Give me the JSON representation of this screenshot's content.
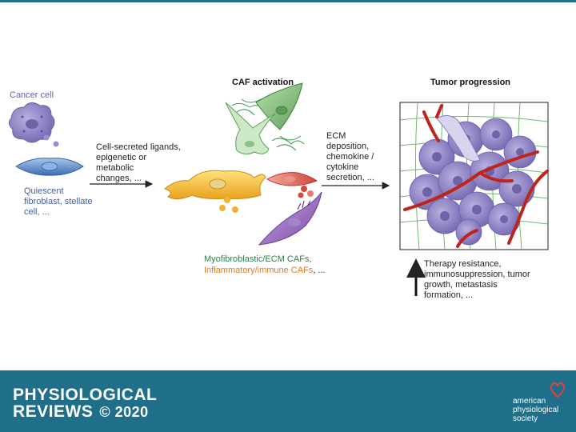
{
  "labels": {
    "cancer_cell": "Cancer cell",
    "quiescent": [
      "Quiescent",
      "fibroblast, stellate",
      "cell, ..."
    ],
    "ligands": [
      "Cell-secreted ligands,",
      "epigenetic or",
      "metabolic",
      "changes, ..."
    ],
    "caf_activation": "CAF activation",
    "tumor_progression": "Tumor progression",
    "ecm": [
      "ECM",
      "deposition,",
      "chemokine /",
      "cytokine",
      "secretion, ..."
    ],
    "myofibroblastic": "Myofibroblastic/ECM CAFs,",
    "inflammatory": "Inflammatory/immune CAFs",
    "inflammatory_suffix": ", ...",
    "therapy": [
      "Therapy resistance,",
      "immunosuppression, tumor",
      "growth, metastasis",
      "formation, ..."
    ]
  },
  "footer": {
    "journal_line1": "PHYSIOLOGICAL",
    "journal_line2": "REVIEWS",
    "copyright": "© 2020",
    "society": [
      "american",
      "physiological",
      "society"
    ]
  },
  "colors": {
    "cancer": "#8a7fc0",
    "quiescent": "#3d5fa8",
    "myo": "#2e7d4f",
    "inflam": "#e07a1f",
    "footer": "#1f6f8b"
  }
}
